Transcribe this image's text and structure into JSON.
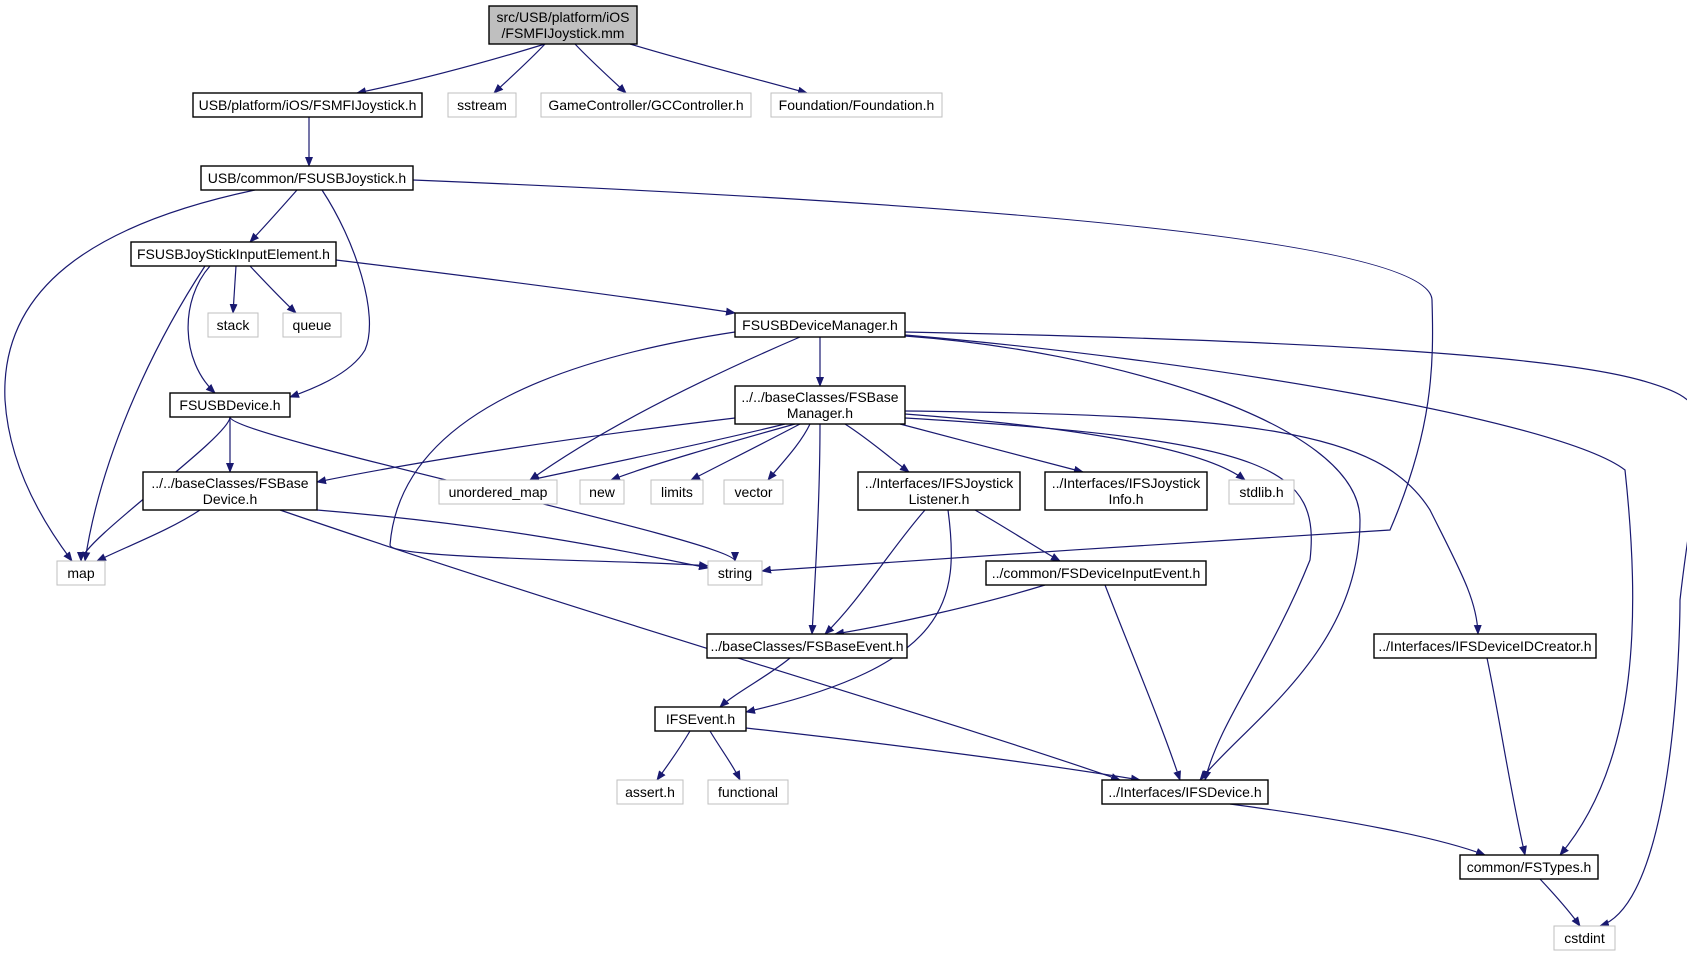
{
  "colors": {
    "edge": "#191970",
    "root_fill": "#bfbfbf",
    "node_border": "#000000",
    "external_border": "#bfbfbf",
    "background": "#ffffff"
  },
  "nodes": [
    {
      "id": "root",
      "kind": "root",
      "lines": [
        "src/USB/platform/iOS",
        "/FSMFIJoystick.mm"
      ]
    },
    {
      "id": "mfi_h",
      "kind": "internal",
      "lines": [
        "USB/platform/iOS/FSMFIJoystick.h"
      ]
    },
    {
      "id": "sstream",
      "kind": "external",
      "lines": [
        "sstream"
      ]
    },
    {
      "id": "gccontroller",
      "kind": "external",
      "lines": [
        "GameController/GCController.h"
      ]
    },
    {
      "id": "foundation",
      "kind": "external",
      "lines": [
        "Foundation/Foundation.h"
      ]
    },
    {
      "id": "usbjoystick",
      "kind": "internal",
      "lines": [
        "USB/common/FSUSBJoystick.h"
      ]
    },
    {
      "id": "inputelement",
      "kind": "internal",
      "lines": [
        "FSUSBJoyStickInputElement.h"
      ]
    },
    {
      "id": "stack",
      "kind": "external",
      "lines": [
        "stack"
      ]
    },
    {
      "id": "queue",
      "kind": "external",
      "lines": [
        "queue"
      ]
    },
    {
      "id": "devicemanager",
      "kind": "internal",
      "lines": [
        "FSUSBDeviceManager.h"
      ]
    },
    {
      "id": "usbdevice",
      "kind": "internal",
      "lines": [
        "FSUSBDevice.h"
      ]
    },
    {
      "id": "basemanager",
      "kind": "internal",
      "lines": [
        "../../baseClasses/FSBase",
        "Manager.h"
      ]
    },
    {
      "id": "basedevice",
      "kind": "internal",
      "lines": [
        "../../baseClasses/FSBase",
        "Device.h"
      ]
    },
    {
      "id": "unordered_map",
      "kind": "external",
      "lines": [
        "unordered_map"
      ]
    },
    {
      "id": "new",
      "kind": "external",
      "lines": [
        "new"
      ]
    },
    {
      "id": "limits",
      "kind": "external",
      "lines": [
        "limits"
      ]
    },
    {
      "id": "vector",
      "kind": "external",
      "lines": [
        "vector"
      ]
    },
    {
      "id": "listener",
      "kind": "internal",
      "lines": [
        "../Interfaces/IFSJoystick",
        "Listener.h"
      ]
    },
    {
      "id": "joyinfo",
      "kind": "internal",
      "lines": [
        "../Interfaces/IFSJoystick",
        "Info.h"
      ]
    },
    {
      "id": "stdlib",
      "kind": "external",
      "lines": [
        "stdlib.h"
      ]
    },
    {
      "id": "map",
      "kind": "external",
      "lines": [
        "map"
      ]
    },
    {
      "id": "string",
      "kind": "external",
      "lines": [
        "string"
      ]
    },
    {
      "id": "deviceinputevent",
      "kind": "internal",
      "lines": [
        "../common/FSDeviceInputEvent.h"
      ]
    },
    {
      "id": "baseevent",
      "kind": "internal",
      "lines": [
        "../baseClasses/FSBaseEvent.h"
      ]
    },
    {
      "id": "deviceidcreator",
      "kind": "internal",
      "lines": [
        "../Interfaces/IFSDeviceIDCreator.h"
      ]
    },
    {
      "id": "ifsevent",
      "kind": "internal",
      "lines": [
        "IFSEvent.h"
      ]
    },
    {
      "id": "assert",
      "kind": "external",
      "lines": [
        "assert.h"
      ]
    },
    {
      "id": "functional",
      "kind": "external",
      "lines": [
        "functional"
      ]
    },
    {
      "id": "ifsdevice",
      "kind": "internal",
      "lines": [
        "../Interfaces/IFSDevice.h"
      ]
    },
    {
      "id": "fstypes",
      "kind": "internal",
      "lines": [
        "common/FSTypes.h"
      ]
    },
    {
      "id": "cstdint",
      "kind": "external",
      "lines": [
        "cstdint"
      ]
    }
  ],
  "edges": [
    {
      "from": "root",
      "to": "mfi_h"
    },
    {
      "from": "root",
      "to": "sstream"
    },
    {
      "from": "root",
      "to": "gccontroller"
    },
    {
      "from": "root",
      "to": "foundation"
    },
    {
      "from": "mfi_h",
      "to": "usbjoystick"
    },
    {
      "from": "usbjoystick",
      "to": "map"
    },
    {
      "from": "usbjoystick",
      "to": "inputelement"
    },
    {
      "from": "usbjoystick",
      "to": "usbdevice"
    },
    {
      "from": "usbjoystick",
      "to": "string"
    },
    {
      "from": "inputelement",
      "to": "stack"
    },
    {
      "from": "inputelement",
      "to": "queue"
    },
    {
      "from": "inputelement",
      "to": "devicemanager"
    },
    {
      "from": "inputelement",
      "to": "usbdevice"
    },
    {
      "from": "inputelement",
      "to": "map"
    },
    {
      "from": "devicemanager",
      "to": "basemanager"
    },
    {
      "from": "devicemanager",
      "to": "unordered_map"
    },
    {
      "from": "devicemanager",
      "to": "string"
    },
    {
      "from": "devicemanager",
      "to": "ifsdevice"
    },
    {
      "from": "devicemanager",
      "to": "fstypes"
    },
    {
      "from": "devicemanager",
      "to": "cstdint"
    },
    {
      "from": "usbdevice",
      "to": "basedevice"
    },
    {
      "from": "usbdevice",
      "to": "map"
    },
    {
      "from": "usbdevice",
      "to": "string"
    },
    {
      "from": "basemanager",
      "to": "basedevice"
    },
    {
      "from": "basemanager",
      "to": "unordered_map"
    },
    {
      "from": "basemanager",
      "to": "new"
    },
    {
      "from": "basemanager",
      "to": "limits"
    },
    {
      "from": "basemanager",
      "to": "vector"
    },
    {
      "from": "basemanager",
      "to": "listener"
    },
    {
      "from": "basemanager",
      "to": "joyinfo"
    },
    {
      "from": "basemanager",
      "to": "stdlib"
    },
    {
      "from": "basemanager",
      "to": "baseevent"
    },
    {
      "from": "basemanager",
      "to": "ifsdevice"
    },
    {
      "from": "basemanager",
      "to": "deviceidcreator"
    },
    {
      "from": "basedevice",
      "to": "map"
    },
    {
      "from": "basedevice",
      "to": "string"
    },
    {
      "from": "basedevice",
      "to": "ifsdevice"
    },
    {
      "from": "listener",
      "to": "baseevent"
    },
    {
      "from": "listener",
      "to": "deviceinputevent"
    },
    {
      "from": "listener",
      "to": "ifsevent"
    },
    {
      "from": "deviceinputevent",
      "to": "baseevent"
    },
    {
      "from": "deviceinputevent",
      "to": "ifsdevice"
    },
    {
      "from": "baseevent",
      "to": "ifsevent"
    },
    {
      "from": "ifsevent",
      "to": "assert"
    },
    {
      "from": "ifsevent",
      "to": "functional"
    },
    {
      "from": "ifsevent",
      "to": "ifsdevice"
    },
    {
      "from": "ifsdevice",
      "to": "fstypes"
    },
    {
      "from": "deviceidcreator",
      "to": "fstypes"
    },
    {
      "from": "fstypes",
      "to": "cstdint"
    }
  ]
}
